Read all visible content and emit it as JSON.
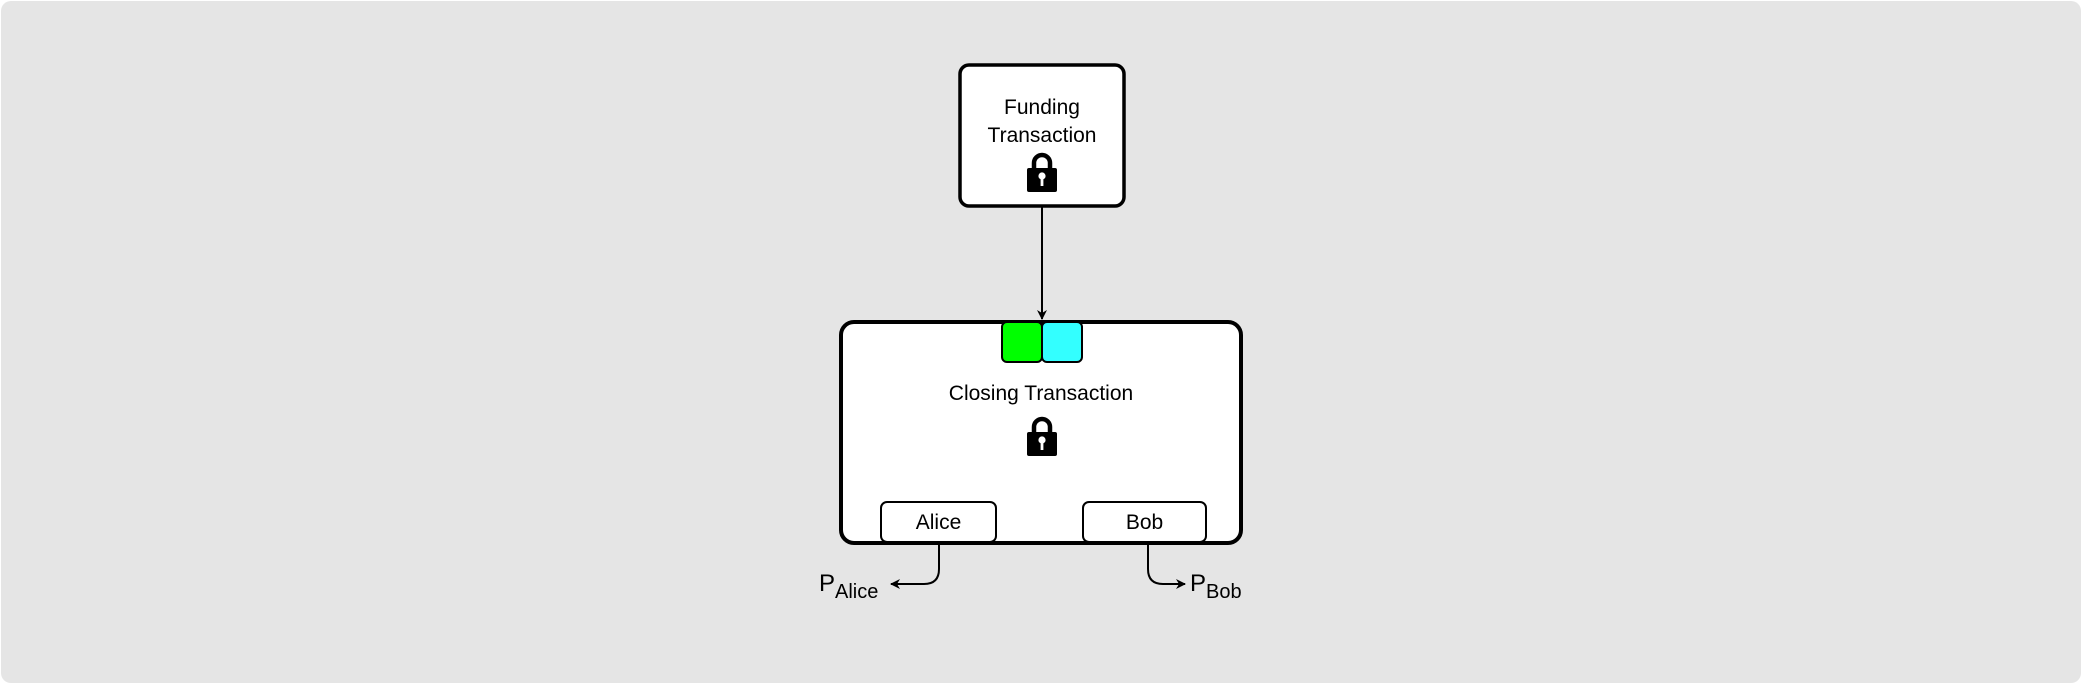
{
  "diagram": {
    "funding": {
      "title_line1": "Funding",
      "title_line2": "Transaction",
      "icon": "lock-icon"
    },
    "closing": {
      "title": "Closing Transaction",
      "icon": "lock-icon",
      "inputs": [
        {
          "name": "input-green",
          "color": "#00ff00"
        },
        {
          "name": "input-cyan",
          "color": "#33ffff"
        }
      ],
      "outputs": [
        {
          "label": "Alice"
        },
        {
          "label": "Bob"
        }
      ]
    },
    "destinations": [
      {
        "main": "P",
        "sub": "Alice"
      },
      {
        "main": "P",
        "sub": "Bob"
      }
    ],
    "colors": {
      "background": "#e5e5e5",
      "box_fill": "#ffffff",
      "stroke": "#000000"
    }
  }
}
